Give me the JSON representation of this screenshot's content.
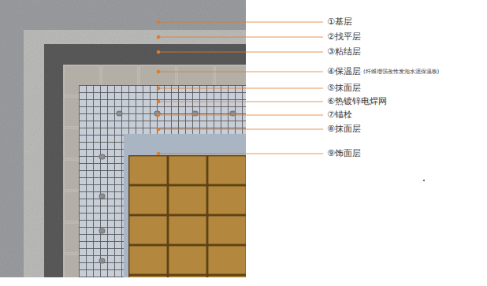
{
  "diagram": {
    "labels": [
      "①基层",
      "②找平层",
      "③粘结层",
      "④保温层",
      "(纤维增强改性发泡水泥保温板)",
      "⑤抹面层",
      "⑥热镀锌电焊网",
      "⑦锚栓",
      "⑧抹面层",
      "⑨饰面层"
    ]
  }
}
